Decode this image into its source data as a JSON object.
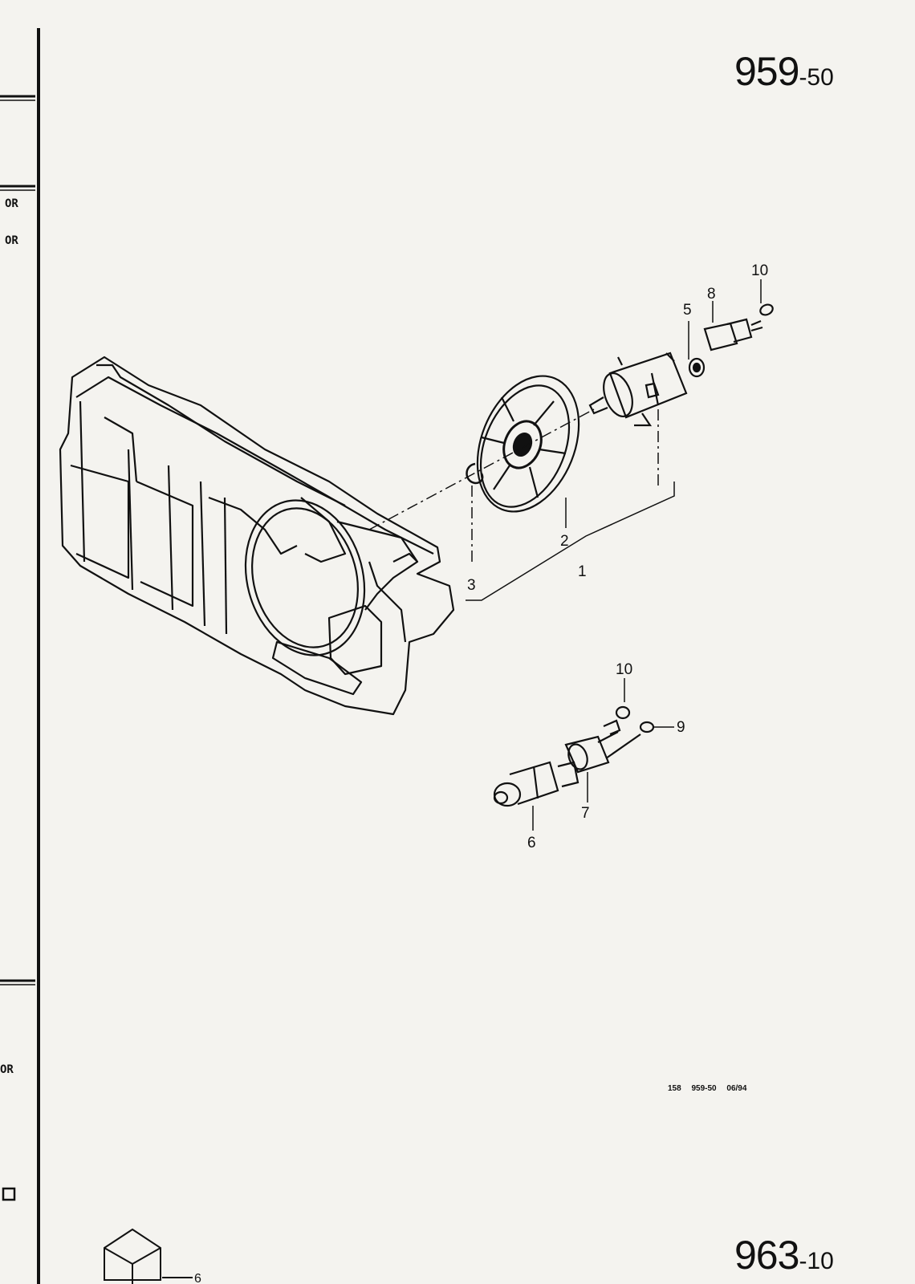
{
  "header": {
    "page_major": "959",
    "page_minor": "-50"
  },
  "footer": {
    "next_major": "963",
    "next_minor": "-10",
    "ref_code": "158   959-50   06/94"
  },
  "margin_tags": [
    "OR",
    "OR",
    "OR"
  ],
  "callouts": {
    "c1": "1",
    "c2": "2",
    "c3": "3",
    "c5": "5",
    "c6": "6",
    "c7": "7",
    "c8": "8",
    "c9": "9",
    "c10a": "10",
    "c10b": "10",
    "c_bottom": "6"
  },
  "colors": {
    "ink": "#111111",
    "paper": "#f4f3ef"
  }
}
